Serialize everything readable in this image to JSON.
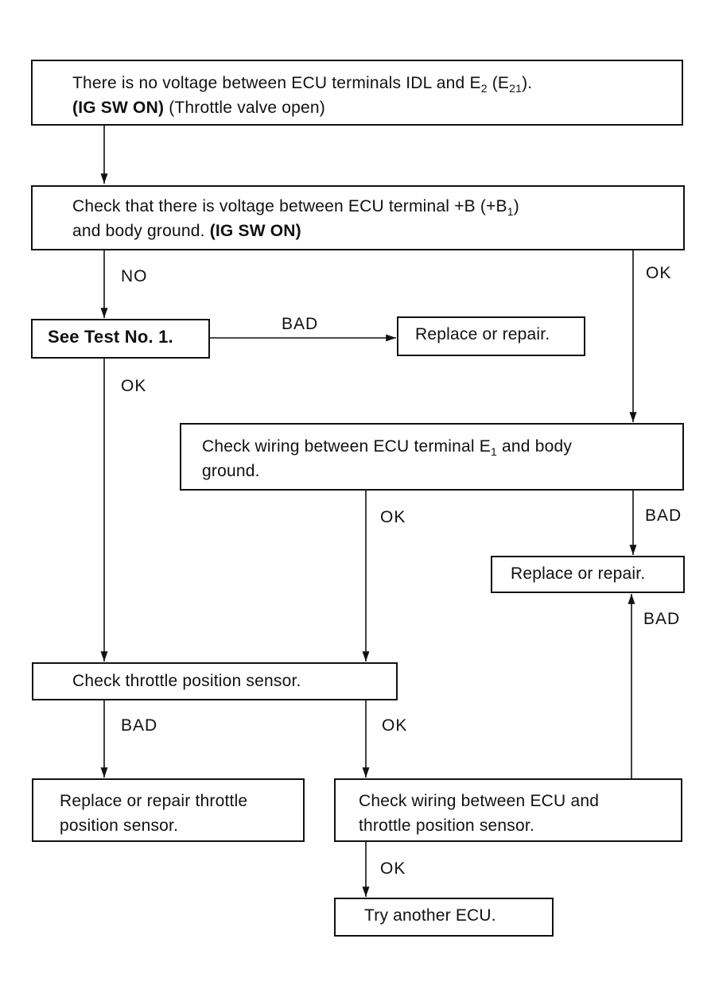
{
  "boxes": {
    "start": {
      "line1_text": "There is no voltage between ECU terminals IDL and E",
      "line1_sub": "2",
      "line1_paren_open": " (E",
      "line1_paren_sub": "21",
      "line1_paren_close": ").",
      "line2_bold": "(IG SW ON)",
      "line2_text": " (Throttle valve open)"
    },
    "check_voltage": {
      "line1_text": "Check that there is voltage between ECU terminal +B (+B",
      "line1_sub": "1",
      "line1_close": ")",
      "line2_text": "and body ground. ",
      "line2_bold": "(IG SW ON)"
    },
    "test1": {
      "label": "See Test No. 1."
    },
    "replace_repair_1": {
      "label": "Replace or repair."
    },
    "check_wiring_e1": {
      "line1_text": "Check wiring between ECU terminal E",
      "line1_sub": "1",
      "line1_rest": " and body",
      "line2_text": "ground."
    },
    "replace_repair_2": {
      "label": "Replace or repair."
    },
    "check_tps": {
      "label": "Check throttle position sensor."
    },
    "replace_tps": {
      "line1": "Replace or repair throttle",
      "line2": "position sensor."
    },
    "check_wiring_tps": {
      "line1": "Check wiring between ECU and",
      "line2": "throttle position sensor."
    },
    "try_ecu": {
      "label": "Try another ECU."
    }
  },
  "edge_labels": {
    "no": "NO",
    "ok_right": "OK",
    "bad_test1": "BAD",
    "ok_test1": "OK",
    "ok_e1": "OK",
    "bad_e1": "BAD",
    "bad_tps_wiring": "BAD",
    "bad_tps": "BAD",
    "ok_tps": "OK",
    "ok_final": "OK"
  }
}
